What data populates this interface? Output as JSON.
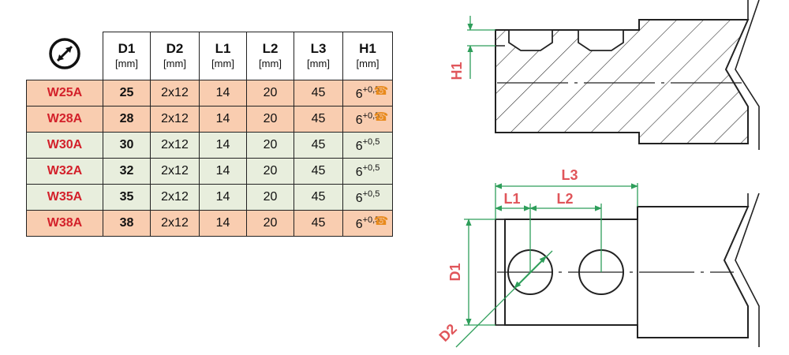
{
  "table": {
    "header_icon": "diameter-icon",
    "columns": [
      {
        "label": "D1",
        "unit": "[mm]"
      },
      {
        "label": "D2",
        "unit": "[mm]"
      },
      {
        "label": "L1",
        "unit": "[mm]"
      },
      {
        "label": "L2",
        "unit": "[mm]"
      },
      {
        "label": "L3",
        "unit": "[mm]"
      },
      {
        "label": "H1",
        "unit": "[mm]"
      }
    ],
    "rows": [
      {
        "code": "W25A",
        "d1": "25",
        "d2": "2x12",
        "l1": "14",
        "l2": "20",
        "l3": "45",
        "h1_base": "6",
        "h1_tol": "+0,5",
        "style": "orange",
        "phone": true
      },
      {
        "code": "W28A",
        "d1": "28",
        "d2": "2x12",
        "l1": "14",
        "l2": "20",
        "l3": "45",
        "h1_base": "6",
        "h1_tol": "+0,5",
        "style": "orange",
        "phone": true
      },
      {
        "code": "W30A",
        "d1": "30",
        "d2": "2x12",
        "l1": "14",
        "l2": "20",
        "l3": "45",
        "h1_base": "6",
        "h1_tol": "+0,5",
        "style": "green",
        "phone": false
      },
      {
        "code": "W32A",
        "d1": "32",
        "d2": "2x12",
        "l1": "14",
        "l2": "20",
        "l3": "45",
        "h1_base": "6",
        "h1_tol": "+0,5",
        "style": "green",
        "phone": false
      },
      {
        "code": "W35A",
        "d1": "35",
        "d2": "2x12",
        "l1": "14",
        "l2": "20",
        "l3": "45",
        "h1_base": "6",
        "h1_tol": "+0,5",
        "style": "green",
        "phone": false
      },
      {
        "code": "W38A",
        "d1": "38",
        "d2": "2x12",
        "l1": "14",
        "l2": "20",
        "l3": "45",
        "h1_base": "6",
        "h1_tol": "+0,5",
        "style": "orange",
        "phone": true
      }
    ],
    "phone_icon": "phone-icon",
    "phone_glyph": "☎"
  },
  "drawing": {
    "labels": {
      "h1": "H1",
      "l1": "L1",
      "l2": "L2",
      "l3": "L3",
      "d1": "D1",
      "d2": "D2"
    },
    "colors": {
      "dimension": "#2e9e5a",
      "label": "#e0555a",
      "outline": "#222222",
      "row_orange": "#f9cdb0",
      "row_green": "#e8eedd",
      "code_red": "#d3202a",
      "phone_orange": "#e88a1c"
    }
  }
}
